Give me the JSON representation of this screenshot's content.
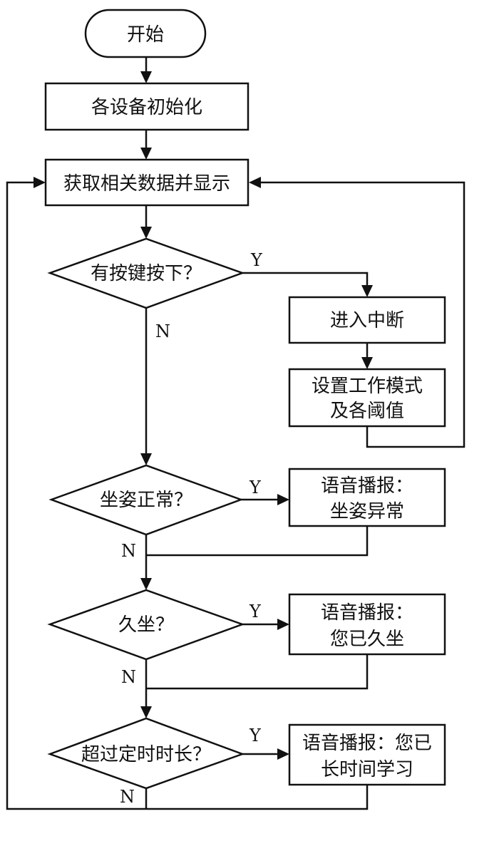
{
  "diagram": {
    "type": "flowchart",
    "nodes": {
      "start": "开始",
      "init": "各设备初始化",
      "acquire": "获取相关数据并显示",
      "key_pressed": "有按键按下？",
      "interrupt": "进入中断",
      "set_mode": [
        "设置工作模式",
        "及各阈值"
      ],
      "posture_ok": "坐姿正常？",
      "alert_posture": [
        "语音播报：",
        "坐姿异常"
      ],
      "sat_long": "久坐？",
      "alert_sat": [
        "语音播报：",
        "您已久坐"
      ],
      "over_time": "超过定时时长？",
      "alert_time": [
        "语音播报：您已",
        "长时间学习"
      ]
    },
    "branch_labels": {
      "yes": "Y",
      "no": "N"
    }
  }
}
